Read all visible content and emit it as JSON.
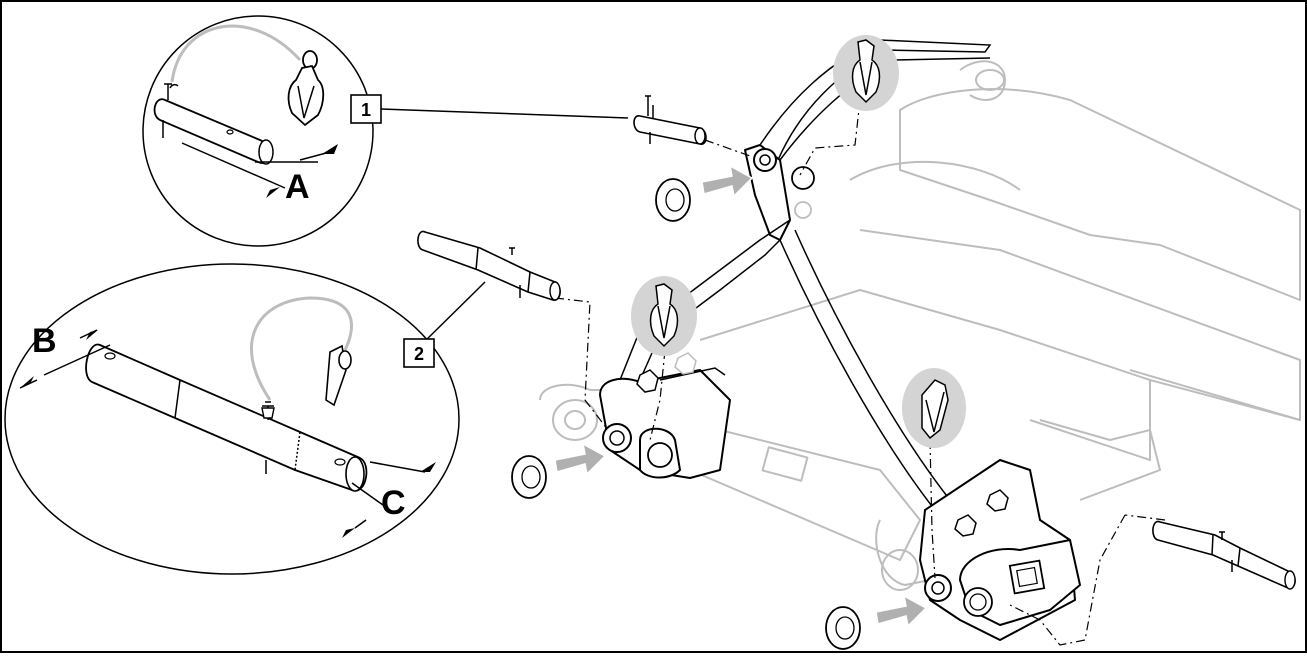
{
  "callouts": {
    "part_1": "1",
    "part_2": "2"
  },
  "dimensions": {
    "a": "A",
    "b": "B",
    "c": "C"
  },
  "colors": {
    "line": "#000000",
    "frame_grey": "#bdbdbd",
    "arrow_fill": "#b0b0b0",
    "clip_circle": "#d4d4d4"
  }
}
